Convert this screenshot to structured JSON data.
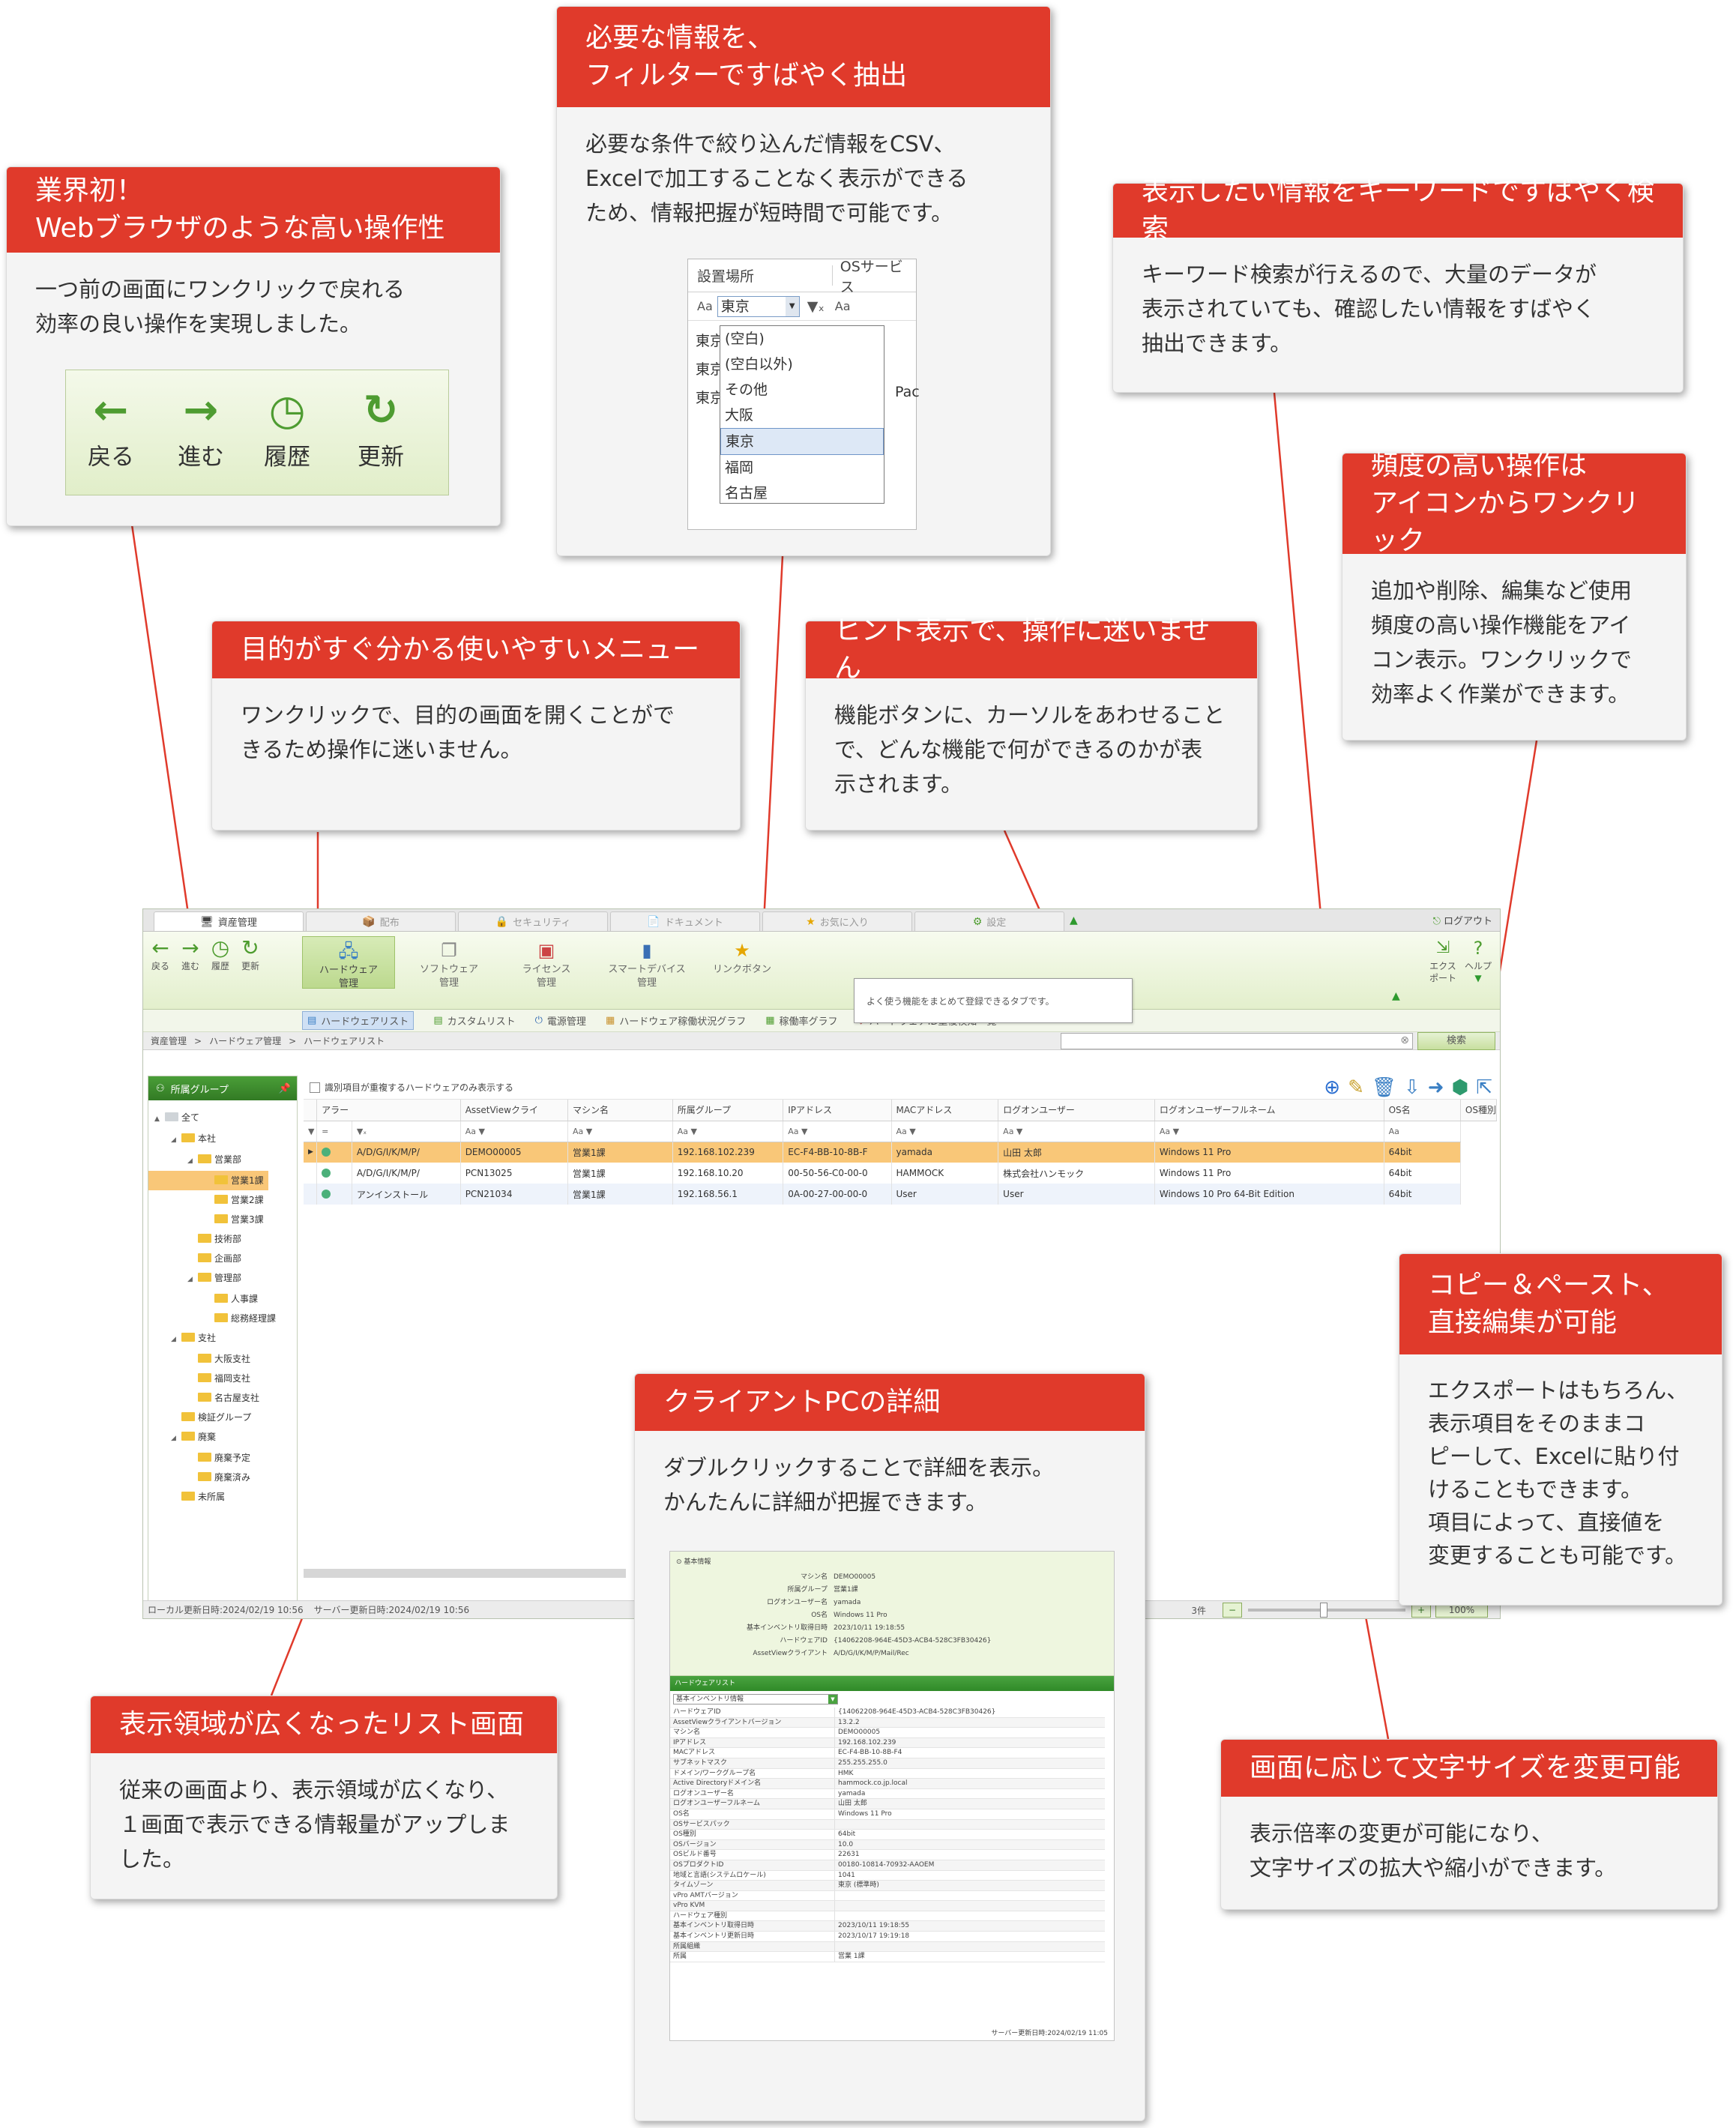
{
  "callouts": {
    "browser_ops": {
      "title_lines": [
        "業界初！",
        "Webブラウザのような高い操作性"
      ],
      "body_lines": [
        "一つ前の画面にワンクリックで戻れる",
        "効率の良い操作を実現しました。"
      ],
      "nav_buttons": [
        "戻る",
        "進む",
        "履歴",
        "更新"
      ]
    },
    "filter": {
      "title_lines": [
        "必要な情報を、",
        "フィルターですばやく抽出"
      ],
      "body_lines": [
        "必要な条件で絞り込んだ情報をCSV、",
        "Excelで加工することなく表示ができる",
        "ため、情報把握が短時間で可能です。"
      ],
      "sample": {
        "col1": "設置場所",
        "col2": "OSサービス",
        "selected": "東京",
        "options": [
          "(空白)",
          "(空白以外)",
          "その他",
          "大阪",
          "東京",
          "福岡",
          "名古屋"
        ],
        "behind_rows": [
          "東京",
          "東京",
          "東京"
        ],
        "behind_right": "Pac"
      }
    },
    "keyword": {
      "title_lines": [
        "表示したい情報をキーワードですばやく検索"
      ],
      "body_lines": [
        "キーワード検索が行えるので、大量のデータが",
        "表示されていても、確認したい情報をすばやく",
        "抽出できます。"
      ]
    },
    "icons": {
      "title_lines": [
        "頻度の高い操作は",
        "アイコンからワンクリック"
      ],
      "body_lines": [
        "追加や削除、編集など使用",
        "頻度の高い操作機能をアイ",
        "コン表示。ワンクリックで",
        "効率よく作業ができます。"
      ]
    },
    "menu": {
      "title_lines": [
        "目的がすぐ分かる使いやすいメニュー"
      ],
      "body_lines": [
        "ワンクリックで、目的の画面を開くことがで",
        "きるため操作に迷いません。"
      ]
    },
    "hint": {
      "title_lines": [
        "ヒント表示で、操作に迷いません"
      ],
      "body_lines": [
        "機能ボタンに、カーソルをあわせること",
        "で、どんな機能で何ができるのかが表",
        "示されます。"
      ]
    },
    "copy": {
      "title_lines": [
        "コピー＆ペースト、",
        "直接編集が可能"
      ],
      "body_lines": [
        "エクスポートはもちろん、",
        "表示項目をそのままコ",
        "ピーして、Excelに貼り付",
        "けることもできます。",
        "項目によって、直接値を",
        "変更することも可能です。"
      ]
    },
    "client": {
      "title_lines": [
        "クライアントPCの詳細"
      ],
      "body_lines": [
        "ダブルクリックすることで詳細を表示。",
        "かんたんに詳細が把握できます。"
      ]
    },
    "list": {
      "title_lines": [
        "表示領域が広くなったリスト画面"
      ],
      "body_lines": [
        "従来の画面より、表示領域が広くなり、",
        "１画面で表示できる情報量がアップしま",
        "した。"
      ]
    },
    "fontsize": {
      "title_lines": [
        "画面に応じて文字サイズを変更可能"
      ],
      "body_lines": [
        "表示倍率の変更が可能になり、",
        "文字サイズの拡大や縮小ができます。"
      ]
    }
  },
  "app": {
    "tabs": [
      {
        "label": "資産管理",
        "icon": "monitor-icon",
        "glyph": "🖥"
      },
      {
        "label": "配布",
        "icon": "distribute-icon",
        "glyph": "📦"
      },
      {
        "label": "セキュリティ",
        "icon": "lock-icon",
        "glyph": "🔒"
      },
      {
        "label": "ドキュメント",
        "icon": "document-icon",
        "glyph": "📄"
      },
      {
        "label": "お気に入り",
        "icon": "star-icon",
        "glyph": "★"
      },
      {
        "label": "設定",
        "icon": "gear-icon",
        "glyph": "⚙"
      }
    ],
    "logout": "ログアウト",
    "nav": [
      "戻る",
      "進む",
      "履歴",
      "更新"
    ],
    "menu": [
      {
        "line1": "ハードウェア",
        "line2": "管理"
      },
      {
        "line1": "ソフトウェア",
        "line2": "管理"
      },
      {
        "line1": "ライセンス",
        "line2": "管理"
      },
      {
        "line1": "スマートデバイス",
        "line2": "管理"
      },
      {
        "line1": "リンクボタン",
        "line2": ""
      }
    ],
    "tooltip": "よく使う機能をまとめて登録できるタブです。",
    "export": {
      "line1": "エクス",
      "line2": "ポート"
    },
    "help": "ヘルプ",
    "subtabs": [
      "ハードウェアリスト",
      "カスタムリスト",
      "電源管理",
      "ハードウェア稼働状況グラフ",
      "稼働率グラフ",
      "ハードウェアID重複検知一覧"
    ],
    "breadcrumb": [
      "資産管理",
      "ハードウェア管理",
      "ハードウェアリスト"
    ],
    "search_button": "検索",
    "sidebar_title": "所属グループ",
    "tree": [
      {
        "label": "全て",
        "level": 0,
        "exp": "▲"
      },
      {
        "label": "本社",
        "level": 1,
        "exp": "◢"
      },
      {
        "label": "営業部",
        "level": 2,
        "exp": "◢"
      },
      {
        "label": "営業1課",
        "level": 3,
        "exp": ""
      },
      {
        "label": "営業2課",
        "level": 3,
        "exp": ""
      },
      {
        "label": "営業3課",
        "level": 3,
        "exp": ""
      },
      {
        "label": "技術部",
        "level": 2,
        "exp": ""
      },
      {
        "label": "企画部",
        "level": 2,
        "exp": ""
      },
      {
        "label": "管理部",
        "level": 2,
        "exp": "◢"
      },
      {
        "label": "人事課",
        "level": 3,
        "exp": ""
      },
      {
        "label": "総務経理課",
        "level": 3,
        "exp": ""
      },
      {
        "label": "支社",
        "level": 1,
        "exp": "◢"
      },
      {
        "label": "大阪支社",
        "level": 2,
        "exp": ""
      },
      {
        "label": "福岡支社",
        "level": 2,
        "exp": ""
      },
      {
        "label": "名古屋支社",
        "level": 2,
        "exp": ""
      },
      {
        "label": "検証グループ",
        "level": 1,
        "exp": ""
      },
      {
        "label": "廃棄",
        "level": 1,
        "exp": "◢"
      },
      {
        "label": "廃棄予定",
        "level": 2,
        "exp": ""
      },
      {
        "label": "廃棄済み",
        "level": 2,
        "exp": ""
      },
      {
        "label": "未所属",
        "level": 1,
        "exp": ""
      }
    ],
    "dup_checkbox": "識別項目が重複するハードウェアのみ表示する",
    "columns": [
      "アラー",
      "AssetViewクライ",
      "マシン名",
      "所属グループ",
      "IPアドレス",
      "MACアドレス",
      "ログオンユーザー",
      "ログオンユーザーフルネーム",
      "OS名",
      "OS種別"
    ],
    "rows": [
      [
        "A/D/G/I/K/M/P/",
        "DEMO00005",
        "営業1課",
        "192.168.102.239",
        "EC-F4-BB-10-8B-F",
        "yamada",
        "山田 太郎",
        "Windows 11 Pro",
        "64bit"
      ],
      [
        "A/D/G/I/K/M/P/",
        "PCN13025",
        "営業1課",
        "192.168.10.20",
        "00-50-56-C0-00-0",
        "HAMMOCK",
        "株式会社ハンモック",
        "Windows 11 Pro",
        "64bit"
      ],
      [
        "アンインストール",
        "PCN21034",
        "営業1課",
        "192.168.56.1",
        "0A-00-27-00-00-0",
        "User",
        "User",
        "Windows 10 Pro 64-Bit Edition",
        "64bit"
      ]
    ],
    "status_local": "ローカル更新日時:2024/02/19 10:56",
    "status_server": "サーバー更新日時:2024/02/19 10:56",
    "count": "3件",
    "zoom_pct": "100%"
  },
  "detail": {
    "section1": "基本情報",
    "fields": [
      [
        "マシン名",
        "DEMO00005"
      ],
      [
        "所属グループ",
        "営業1課"
      ],
      [
        "ログオンユーザー名",
        "yamada"
      ],
      [
        "OS名",
        "Windows 11 Pro"
      ],
      [
        "基本インベントリ取得日時",
        "2023/10/11 19:18:55"
      ],
      [
        "ハードウェアID",
        "{14062208-964E-45D3-ACB4-528C3FB30426}"
      ],
      [
        "AssetViewクライアント",
        "A/D/G/I/K/M/P/Mail/Rec"
      ]
    ],
    "section2": "ハードウェアリスト",
    "dropdown": "基本インベントリ情報",
    "list": [
      [
        "ハードウェアID",
        "{14062208-964E-45D3-ACB4-528C3FB30426}"
      ],
      [
        "AssetViewクライアントバージョン",
        "13.2.2"
      ],
      [
        "マシン名",
        "DEMO00005"
      ],
      [
        "IPアドレス",
        "192.168.102.239"
      ],
      [
        "MACアドレス",
        "EC-F4-BB-10-8B-F4"
      ],
      [
        "サブネットマスク",
        "255.255.255.0"
      ],
      [
        "ドメイン/ワークグループ名",
        "HMK"
      ],
      [
        "Active Directoryドメイン名",
        "hammock.co.jp.local"
      ],
      [
        "ログオンユーザー名",
        "yamada"
      ],
      [
        "ログオンユーザーフルネーム",
        "山田 太郎"
      ],
      [
        "OS名",
        "Windows 11 Pro"
      ],
      [
        "OSサービスパック",
        ""
      ],
      [
        "OS種別",
        "64bit"
      ],
      [
        "OSバージョン",
        "10.0"
      ],
      [
        "OSビルド番号",
        "22631"
      ],
      [
        "OSプロダクトID",
        "00180-10814-70932-AAOEM"
      ],
      [
        "地域と言語(システムロケール)",
        "1041"
      ],
      [
        "タイムゾーン",
        "東京 (標準時)"
      ],
      [
        "vPro AMTバージョン",
        ""
      ],
      [
        "vPro KVM",
        ""
      ],
      [
        "ハードウェア種別",
        ""
      ],
      [
        "基本インベントリ取得日時",
        "2023/10/11 19:18:55"
      ],
      [
        "基本インベントリ更新日時",
        "2023/10/17 19:19:18"
      ],
      [
        "所属組織",
        ""
      ],
      [
        "所属",
        "営業 1課"
      ]
    ],
    "footer": "サーバー更新日時:2024/02/19 11:05"
  }
}
